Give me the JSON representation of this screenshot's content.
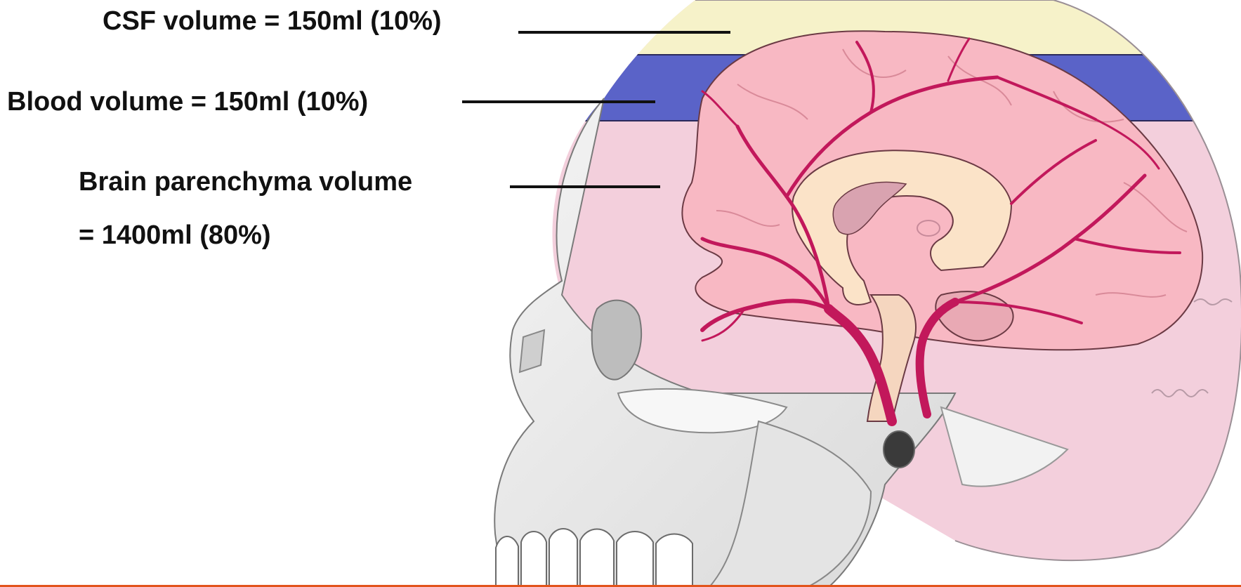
{
  "labels": {
    "csf": "CSF volume = 150ml (10%)",
    "blood": "Blood volume = 150ml (10%)",
    "brain_line1": "Brain parenchyma volume",
    "brain_line2": "= 1400ml (80%)"
  },
  "colors": {
    "csf_layer": "#f6f2c9",
    "blood_layer": "#5a63c8",
    "brain_region": "#f3cfdc",
    "brain_tissue": "#f8b8c3",
    "vessels": "#c2185b",
    "skull": "#ededed",
    "accent_rule": "#e2541c"
  }
}
